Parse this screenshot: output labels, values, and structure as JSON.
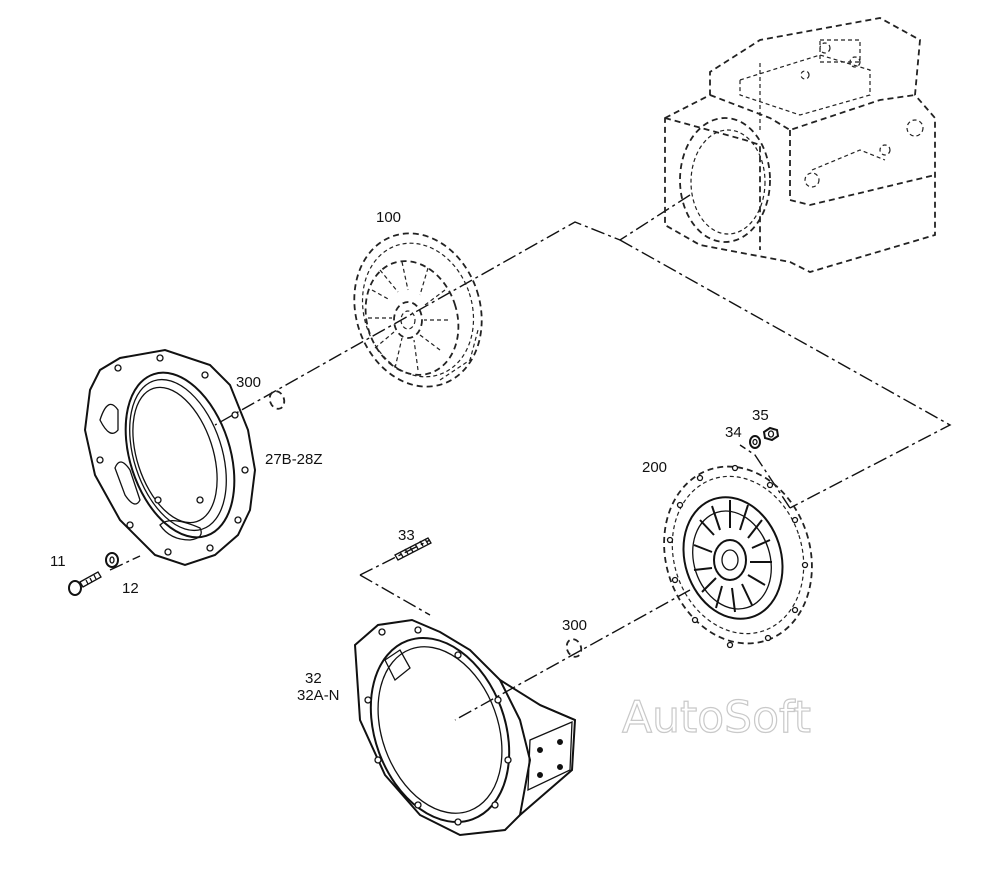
{
  "labels": {
    "part_100": "100",
    "part_300_upper": "300",
    "part_27b": "27B-28Z",
    "part_11": "11",
    "part_12": "12",
    "part_33": "33",
    "part_32": "32",
    "part_32a": "32A-N",
    "part_300_lower": "300",
    "part_200": "200",
    "part_34": "34",
    "part_35": "35"
  },
  "watermark": "AutoSoft"
}
